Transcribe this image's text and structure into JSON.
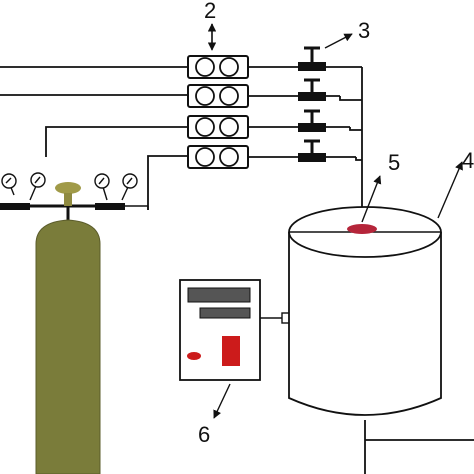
{
  "labels": {
    "flowmeters": "2",
    "valves": "3",
    "tank": "4",
    "inlet": "5",
    "controller": "6"
  },
  "colors": {
    "cylinder_body": "#7a7c3a",
    "cylinder_cap": "#a09a48",
    "inlet_spot": "#b5253a",
    "controller_red": "#cc1b1b",
    "line": "#111111",
    "display": "#555555"
  },
  "icons": [
    "flowmeter-icon",
    "valve-icon",
    "pressure-gauge-icon",
    "gas-cylinder-icon"
  ]
}
